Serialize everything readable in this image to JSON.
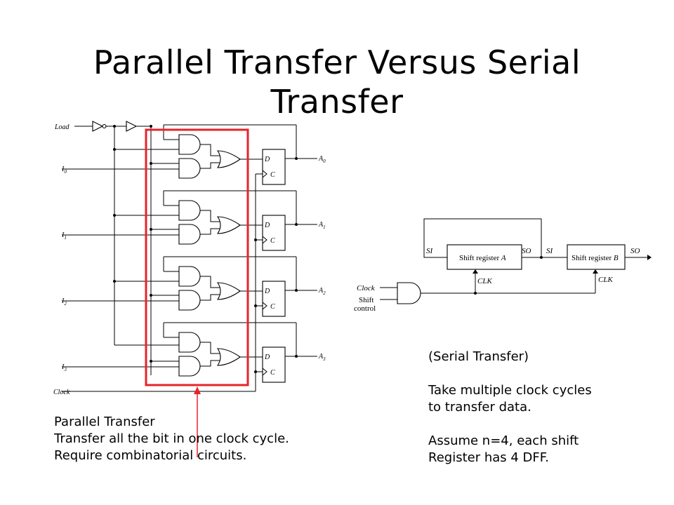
{
  "title": {
    "line1": "Parallel Transfer Versus Serial",
    "line2": "Transfer"
  },
  "parallel": {
    "labels": {
      "load": "Load",
      "clock": "Clock",
      "inputs": [
        "I",
        "I",
        "I",
        "I"
      ],
      "input_subs": [
        "0",
        "1",
        "2",
        "3"
      ],
      "outputs": [
        "A",
        "A",
        "A",
        "A"
      ],
      "output_subs": [
        "0",
        "1",
        "2",
        "3"
      ],
      "d": "D",
      "c": "C"
    },
    "highlight_color": "#e8232b",
    "note": {
      "line1": "Parallel Transfer",
      "line2": "Transfer all the bit in one clock cycle.",
      "line3": "Require combinatorial circuits."
    }
  },
  "serial": {
    "labels": {
      "shift_a": "Shift register ",
      "shift_a_letter": "A",
      "shift_b": "Shift register ",
      "shift_b_letter": "B",
      "si_a": "SI",
      "so_a": "SO",
      "si_b": "SI",
      "so_b": "SO",
      "clk_a": "CLK",
      "clk_b": "CLK",
      "clock": "Clock",
      "shift": "Shift",
      "control": "control"
    },
    "note": {
      "line1": "(Serial Transfer)",
      "line2": "Take multiple clock cycles",
      "line3": "to transfer data.",
      "line4": "Assume n=4, each shift",
      "line5": "Register has 4 DFF."
    }
  }
}
